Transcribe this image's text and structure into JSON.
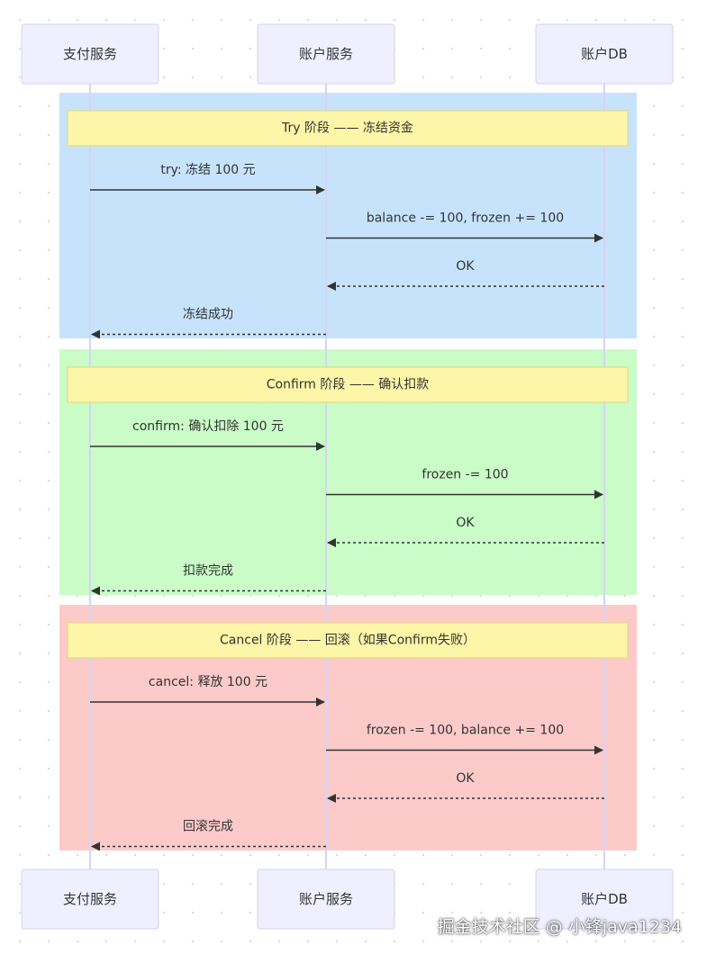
{
  "participants": [
    {
      "id": "pay",
      "label": "支付服务"
    },
    {
      "id": "acct",
      "label": "账户服务"
    },
    {
      "id": "db",
      "label": "账户DB"
    }
  ],
  "phases": [
    {
      "title": "Try 阶段 —— 冻结资金",
      "color": "#c6e3fb",
      "messages": [
        {
          "from": "pay",
          "to": "acct",
          "label": "try: 冻结 100 元",
          "style": "solid"
        },
        {
          "from": "acct",
          "to": "db",
          "label": "balance -= 100, frozen += 100",
          "style": "solid"
        },
        {
          "from": "db",
          "to": "acct",
          "label": "OK",
          "style": "dashed"
        },
        {
          "from": "acct",
          "to": "pay",
          "label": "冻结成功",
          "style": "dashed"
        }
      ]
    },
    {
      "title": "Confirm 阶段 —— 确认扣款",
      "color": "#c9fcc7",
      "messages": [
        {
          "from": "pay",
          "to": "acct",
          "label": "confirm: 确认扣除 100 元",
          "style": "solid"
        },
        {
          "from": "acct",
          "to": "db",
          "label": "frozen -= 100",
          "style": "solid"
        },
        {
          "from": "db",
          "to": "acct",
          "label": "OK",
          "style": "dashed"
        },
        {
          "from": "acct",
          "to": "pay",
          "label": "扣款完成",
          "style": "dashed"
        }
      ]
    },
    {
      "title": "Cancel 阶段 —— 回滚（如果Confirm失败）",
      "color": "#fdcaca",
      "messages": [
        {
          "from": "pay",
          "to": "acct",
          "label": "cancel: 释放 100 元",
          "style": "solid"
        },
        {
          "from": "acct",
          "to": "db",
          "label": "frozen -= 100, balance += 100",
          "style": "solid"
        },
        {
          "from": "db",
          "to": "acct",
          "label": "OK",
          "style": "dashed"
        },
        {
          "from": "acct",
          "to": "pay",
          "label": "回滚完成",
          "style": "dashed"
        }
      ]
    }
  ],
  "colors": {
    "participant_fill": "#f0efff",
    "participant_stroke": "#d2d0f0",
    "lifeline": "#d6d4f5",
    "note_fill": "#fdf5a8",
    "note_stroke": "#e3d878",
    "arrow": "#333333",
    "text": "#333333"
  },
  "watermark": "掘金技术社区 @ 小锋java1234"
}
